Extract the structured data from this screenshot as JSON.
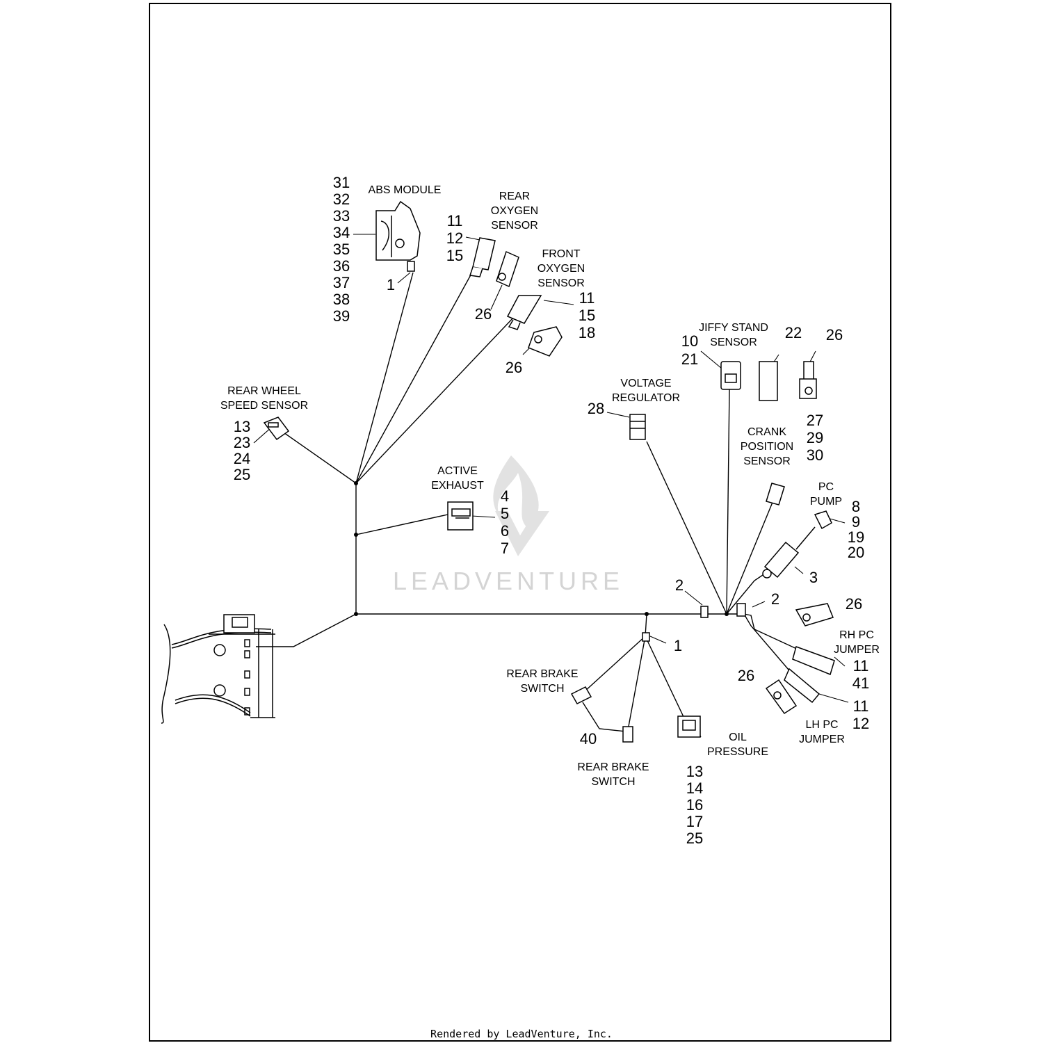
{
  "watermark": "LEADVENTURE",
  "footer": "Rendered by LeadVenture, Inc.",
  "labels": {
    "abs_module": "ABS MODULE",
    "rear_oxygen_sensor": [
      "REAR",
      "OXYGEN",
      "SENSOR"
    ],
    "front_oxygen_sensor": [
      "FRONT",
      "OXYGEN",
      "SENSOR"
    ],
    "rear_wheel_speed_sensor": [
      "REAR WHEEL",
      "SPEED SENSOR"
    ],
    "active_exhaust": [
      "ACTIVE",
      "EXHAUST"
    ],
    "jiffy_stand_sensor": [
      "JIFFY STAND",
      "SENSOR"
    ],
    "voltage_regulator": [
      "VOLTAGE",
      "REGULATOR"
    ],
    "crank_position_sensor": [
      "CRANK",
      "POSITION",
      "SENSOR"
    ],
    "pc_pump": [
      "PC",
      "PUMP"
    ],
    "rh_pc_jumper": [
      "RH PC",
      "JUMPER"
    ],
    "lh_pc_jumper": [
      "LH PC",
      "JUMPER"
    ],
    "rear_brake_switch_1": [
      "REAR BRAKE",
      "SWITCH"
    ],
    "rear_brake_switch_2": [
      "REAR BRAKE",
      "SWITCH"
    ],
    "oil_pressure": [
      "OIL",
      "PRESSURE"
    ]
  },
  "callouts": {
    "abs_numbers": [
      "31",
      "32",
      "33",
      "34",
      "35",
      "36",
      "37",
      "38",
      "39"
    ],
    "abs_1": "1",
    "rear_o2": [
      "11",
      "12",
      "15"
    ],
    "rear_o2_26": "26",
    "front_o2": [
      "11",
      "15",
      "18"
    ],
    "front_o2_26": "26",
    "wheel_speed": [
      "13",
      "23",
      "24",
      "25"
    ],
    "active_exhaust": [
      "4",
      "5",
      "6",
      "7"
    ],
    "jiffy": [
      "10",
      "21"
    ],
    "jiffy_22": "22",
    "jiffy_26": "26",
    "voltage_reg": "28",
    "crank": [
      "27",
      "29",
      "30"
    ],
    "pc_pump": [
      "8",
      "9",
      "19",
      "20"
    ],
    "pc_pump_3": "3",
    "clip_2_left": "2",
    "clip_2_right": "2",
    "rh_26": "26",
    "rh_pc": [
      "11",
      "41"
    ],
    "lh_26": "26",
    "lh_pc": [
      "11",
      "12"
    ],
    "brake_1": "1",
    "brake_40": "40",
    "oil_pressure": [
      "13",
      "14",
      "16",
      "17",
      "25"
    ]
  }
}
